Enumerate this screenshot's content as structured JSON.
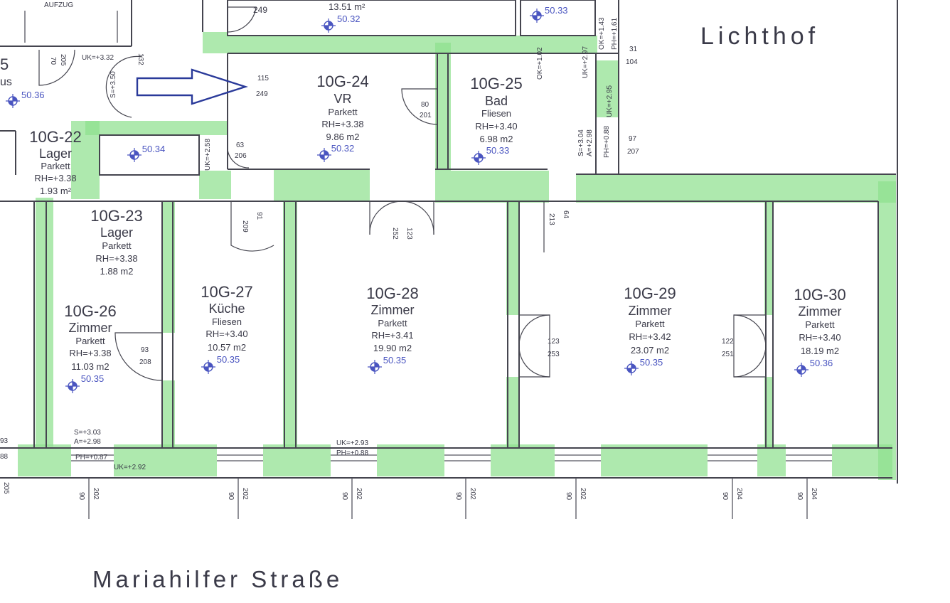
{
  "courtyard_label": "Lichthof",
  "street_label": "Mariahilfer Straße",
  "elevator_label": "AUFZUG",
  "colors": {
    "wall_fill": "#8fe08f",
    "line": "#45454f",
    "level_marker": "#4a55c0",
    "arrow": "#2a3a9a"
  },
  "entrance_arrow": {
    "icon": "arrow-right-icon"
  },
  "rooms": [
    {
      "id": "10G-24",
      "name": "VR",
      "floor": "Parkett",
      "height": "RH=+3.38",
      "area": "9.86 m2",
      "level": "50.32"
    },
    {
      "id": "10G-25",
      "name": "Bad",
      "floor": "Fliesen",
      "height": "RH=+3.40",
      "area": "6.98 m2",
      "level": "50.33"
    },
    {
      "id": "10G-22",
      "name": "Lager",
      "floor": "Parkett",
      "height": "RH=+3.38",
      "area": "1.93 m²",
      "level": "50.34"
    },
    {
      "id": "10G-23",
      "name": "Lager",
      "floor": "Parkett",
      "height": "RH=+3.38",
      "area": "1.88 m2",
      "level": ""
    },
    {
      "id": "10G-26",
      "name": "Zimmer",
      "floor": "Parkett",
      "height": "RH=+3.38",
      "area": "11.03 m2",
      "level": "50.35"
    },
    {
      "id": "10G-27",
      "name": "Küche",
      "floor": "Fliesen",
      "height": "RH=+3.40",
      "area": "10.57 m2",
      "level": "50.35"
    },
    {
      "id": "10G-28",
      "name": "Zimmer",
      "floor": "Parkett",
      "height": "RH=+3.41",
      "area": "19.90 m2",
      "level": "50.35"
    },
    {
      "id": "10G-29",
      "name": "Zimmer",
      "floor": "Parkett",
      "height": "RH=+3.42",
      "area": "23.07 m2",
      "level": "50.35"
    },
    {
      "id": "10G-30",
      "name": "Zimmer",
      "floor": "Parkett",
      "height": "RH=+3.40",
      "area": "18.19 m2",
      "level": "50.36"
    }
  ],
  "partial": {
    "top_area": "13.51 m²",
    "top_level_1": "50.32",
    "top_level_2": "50.33",
    "left_room_fragment": "us",
    "left_room_number": "5",
    "left_level": "50.36",
    "top_dim": "249"
  },
  "doors": [
    {
      "w": "115",
      "h": "249"
    },
    {
      "w": "80",
      "h": "201"
    },
    {
      "w": "63",
      "h": "206"
    },
    {
      "w": "97",
      "h": "207"
    },
    {
      "w": "31",
      "h": "104"
    },
    {
      "w": "209",
      "h": "91"
    },
    {
      "w": "252",
      "h": "123"
    },
    {
      "w": "213",
      "h": "64"
    },
    {
      "w": "93",
      "h": "208"
    },
    {
      "w": "123",
      "h": "253"
    },
    {
      "w": "122",
      "h": "251"
    },
    {
      "w": "70",
      "h": "205"
    }
  ],
  "annotations": {
    "uk_332": "UK=+3.32",
    "s_350": "S=+3.50",
    "dim_132": "132",
    "ok_102": "OK=+1.02",
    "uk_297": "UK=+2.97",
    "ok_143": "OK=+1.43",
    "ph_161": "PH=+1.61",
    "uk_295": "UK=+2.95",
    "s_304": "S=+3.04",
    "a_298": "A=+2.98",
    "ph_088": "PH=+0.88",
    "uk_258": "UK=+2.58",
    "s_303": "S=+3.03",
    "a_298b": "A=+2.98",
    "ph_087": "PH=+0.87",
    "uk_292": "UK=+2.92",
    "uk_293": "UK=+2.93",
    "ph_088b": "PH=+0.88",
    "edge_93": "93",
    "edge_88": "88",
    "edge_205": "205"
  },
  "windows": [
    {
      "w": "90",
      "h": "202"
    },
    {
      "w": "90",
      "h": "202"
    },
    {
      "w": "90",
      "h": "202"
    },
    {
      "w": "90",
      "h": "202"
    },
    {
      "w": "90",
      "h": "202"
    },
    {
      "w": "90",
      "h": "204"
    },
    {
      "w": "90",
      "h": "204"
    }
  ]
}
